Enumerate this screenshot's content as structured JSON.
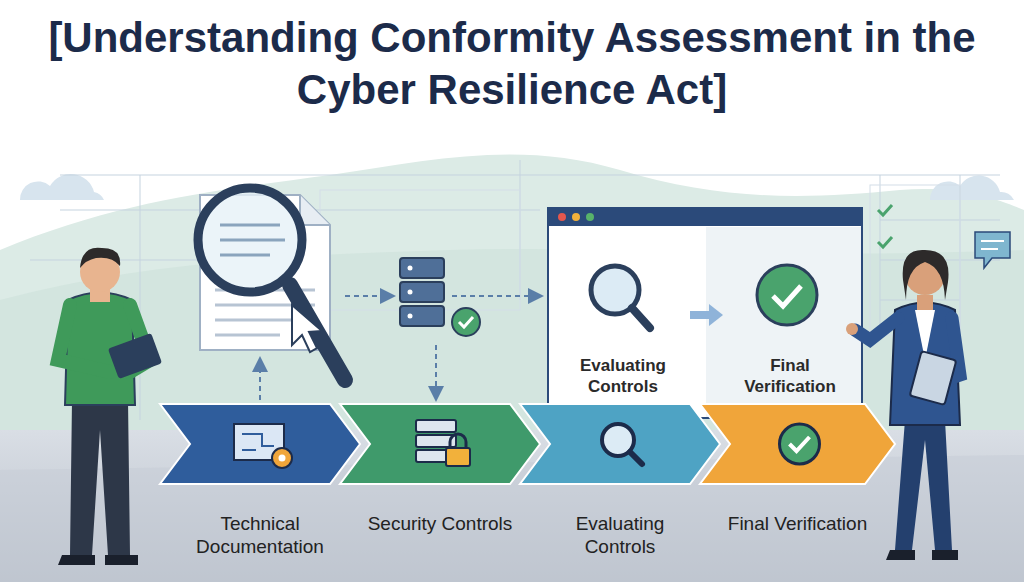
{
  "diagram": {
    "title": "[Understanding Conformity Assessment in the Cyber Resilience Act]",
    "nodes": [
      {
        "text": [
          "Evaluating Controls"
        ]
      },
      {
        "text": [
          "Final Verification"
        ]
      },
      {
        "text": [
          "Technical Documentation"
        ]
      },
      {
        "text": [
          "Security Controls"
        ]
      },
      {
        "text": [
          "Evaluating Controls"
        ]
      },
      {
        "text": [
          "Final Verification"
        ]
      }
    ],
    "edges": [
      {
        "from": 0,
        "to": 1,
        "arrow": "to"
      }
    ]
  }
}
